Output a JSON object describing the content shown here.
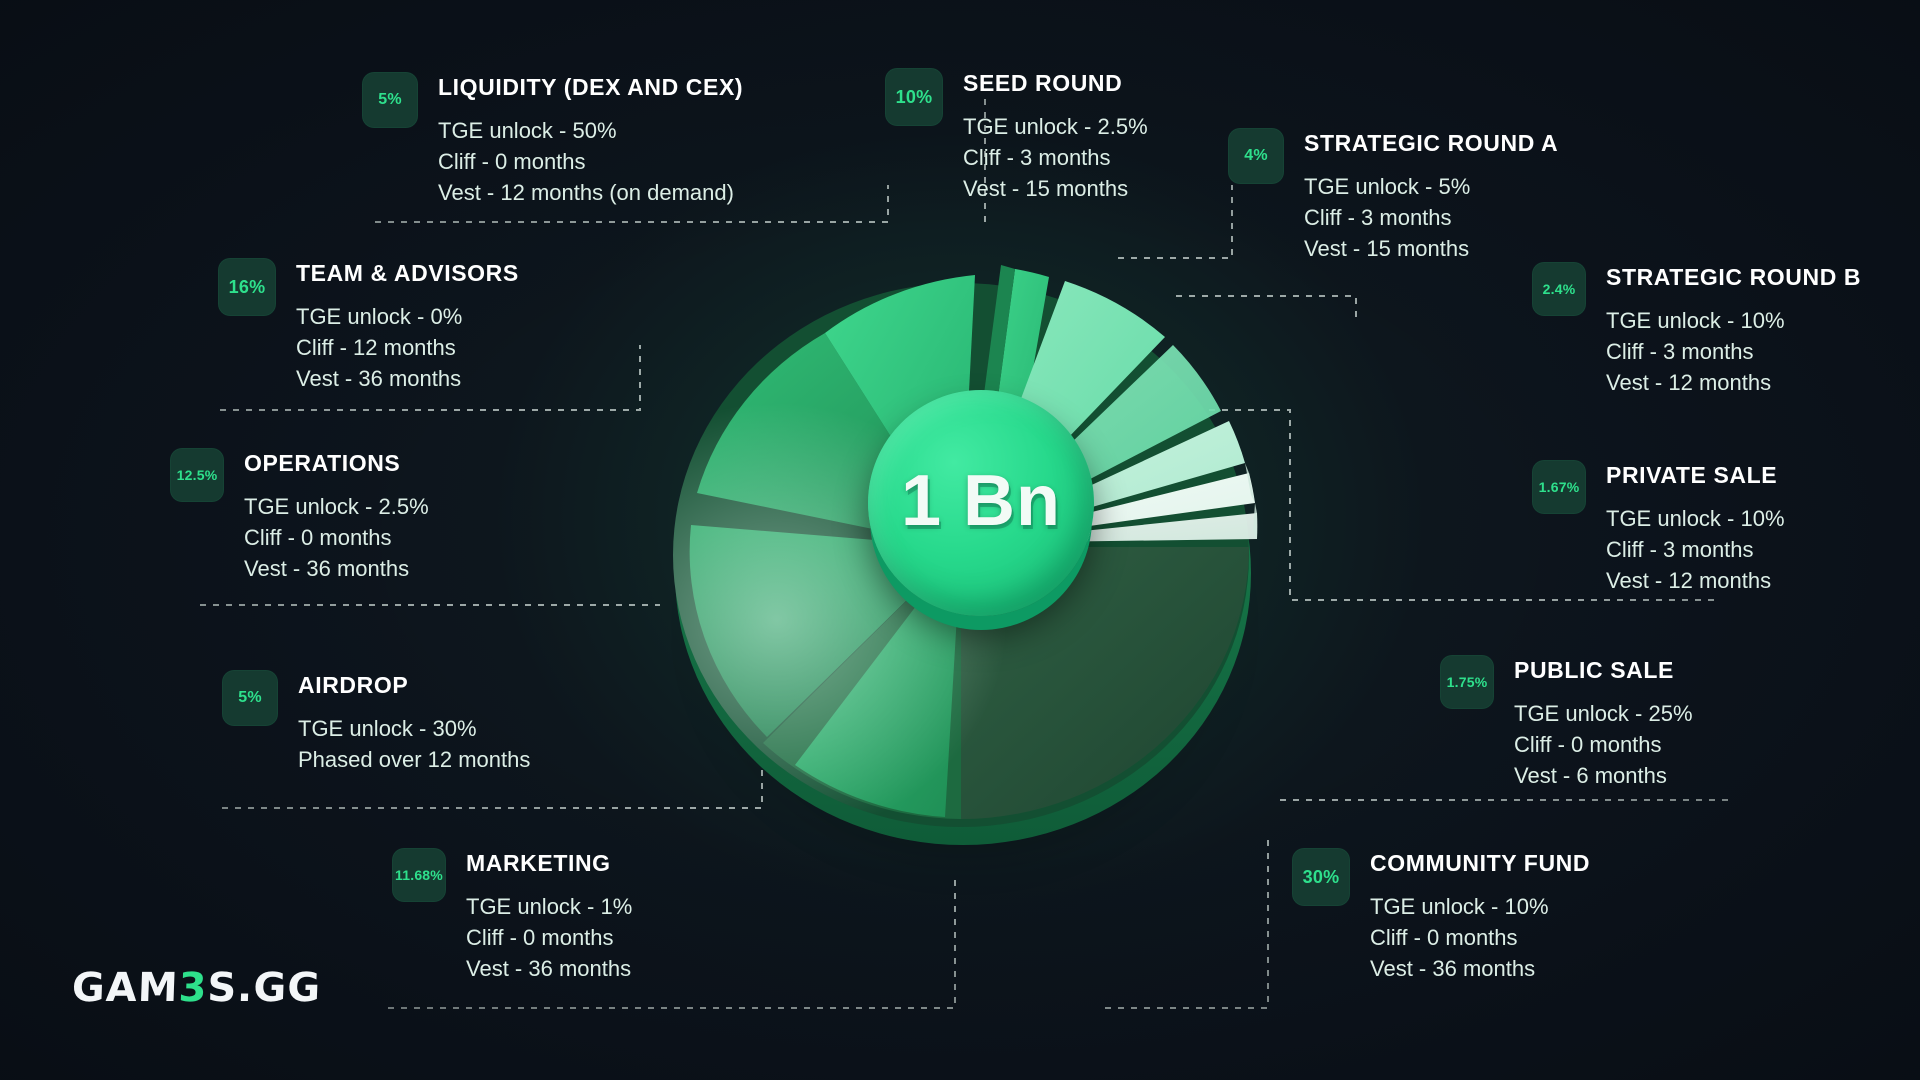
{
  "brand": {
    "logo_text_1": "GAM",
    "logo_accent": "3",
    "logo_text_2": "S.GG"
  },
  "center": {
    "supply_label": "1 Bn"
  },
  "colors": {
    "background": "#0d141d",
    "accent_green": "#2ee08c",
    "badge_bg": "#153a30",
    "body_text": "#dceee6",
    "title_text": "#ffffff"
  },
  "allocations": [
    {
      "id": "liquidity",
      "percent": "5%",
      "title": "LIQUIDITY (DEX AND CEX)",
      "lines": [
        "TGE unlock - 50%",
        "Cliff - 0 months",
        "Vest - 12 months (on demand)"
      ],
      "value": 5
    },
    {
      "id": "seed-round",
      "percent": "10%",
      "title": "SEED ROUND",
      "lines": [
        "TGE unlock - 2.5%",
        "Cliff - 3 months",
        "Vest - 15 months"
      ],
      "value": 10
    },
    {
      "id": "strategic-round-a",
      "percent": "4%",
      "title": "STRATEGIC ROUND A",
      "lines": [
        "TGE unlock - 5%",
        "Cliff - 3 months",
        "Vest - 15 months"
      ],
      "value": 4
    },
    {
      "id": "team-advisors",
      "percent": "16%",
      "title": "TEAM & ADVISORS",
      "lines": [
        "TGE unlock - 0%",
        "Cliff - 12 months",
        "Vest - 36 months"
      ],
      "value": 16
    },
    {
      "id": "strategic-round-b",
      "percent": "2.4%",
      "title": "STRATEGIC ROUND B",
      "lines": [
        "TGE unlock - 10%",
        "Cliff - 3 months",
        "Vest - 12 months"
      ],
      "value": 2.4
    },
    {
      "id": "operations",
      "percent": "12.5%",
      "title": "OPERATIONS",
      "lines": [
        "TGE unlock - 2.5%",
        "Cliff - 0 months",
        "Vest - 36 months"
      ],
      "value": 12.5
    },
    {
      "id": "private-sale",
      "percent": "1.67%",
      "title": "PRIVATE SALE",
      "lines": [
        "TGE unlock - 10%",
        "Cliff - 3 months",
        "Vest - 12 months"
      ],
      "value": 1.67
    },
    {
      "id": "airdrop",
      "percent": "5%",
      "title": "AIRDROP",
      "lines": [
        "TGE unlock - 30%",
        "Phased over 12 months"
      ],
      "value": 5
    },
    {
      "id": "public-sale",
      "percent": "1.75%",
      "title": "PUBLIC SALE",
      "lines": [
        "TGE unlock - 25%",
        "Cliff - 0 months",
        "Vest - 6 months"
      ],
      "value": 1.75
    },
    {
      "id": "marketing",
      "percent": "11.68%",
      "title": "MARKETING",
      "lines": [
        "TGE unlock - 1%",
        "Cliff - 0 months",
        "Vest - 36 months"
      ],
      "value": 11.68
    },
    {
      "id": "community-fund",
      "percent": "30%",
      "title": "COMMUNITY FUND",
      "lines": [
        "TGE unlock - 10%",
        "Cliff - 0 months",
        "Vest - 36 months"
      ],
      "value": 30
    }
  ],
  "chart_data": {
    "type": "pie",
    "title": "1 Bn",
    "categories": [
      "Community Fund",
      "Team & Advisors",
      "Operations",
      "Marketing",
      "Seed Round",
      "Liquidity (DEX and CEX)",
      "Airdrop",
      "Strategic Round A",
      "Strategic Round B",
      "Public Sale",
      "Private Sale"
    ],
    "values": [
      30,
      16,
      12.5,
      11.68,
      10,
      5,
      5,
      4,
      2.4,
      1.75,
      1.67
    ],
    "unit": "percent",
    "total_supply": "1 Bn",
    "legend_position": "around",
    "grid": false
  }
}
